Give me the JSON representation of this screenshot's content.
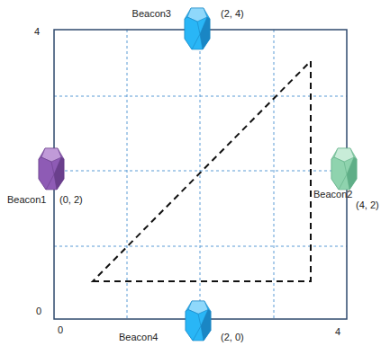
{
  "diagram": {
    "nodes": [
      {
        "text": [
          "Beacon3",
          "(2, 4)"
        ]
      },
      {
        "text": [
          "Beacon1",
          "(0, 2)"
        ]
      },
      {
        "text": [
          "Beacon2",
          "(4, 2)"
        ]
      },
      {
        "text": [
          "Beacon4",
          "(2, 0)"
        ]
      }
    ],
    "labels": [
      "4",
      "0",
      "0",
      "4"
    ]
  }
}
